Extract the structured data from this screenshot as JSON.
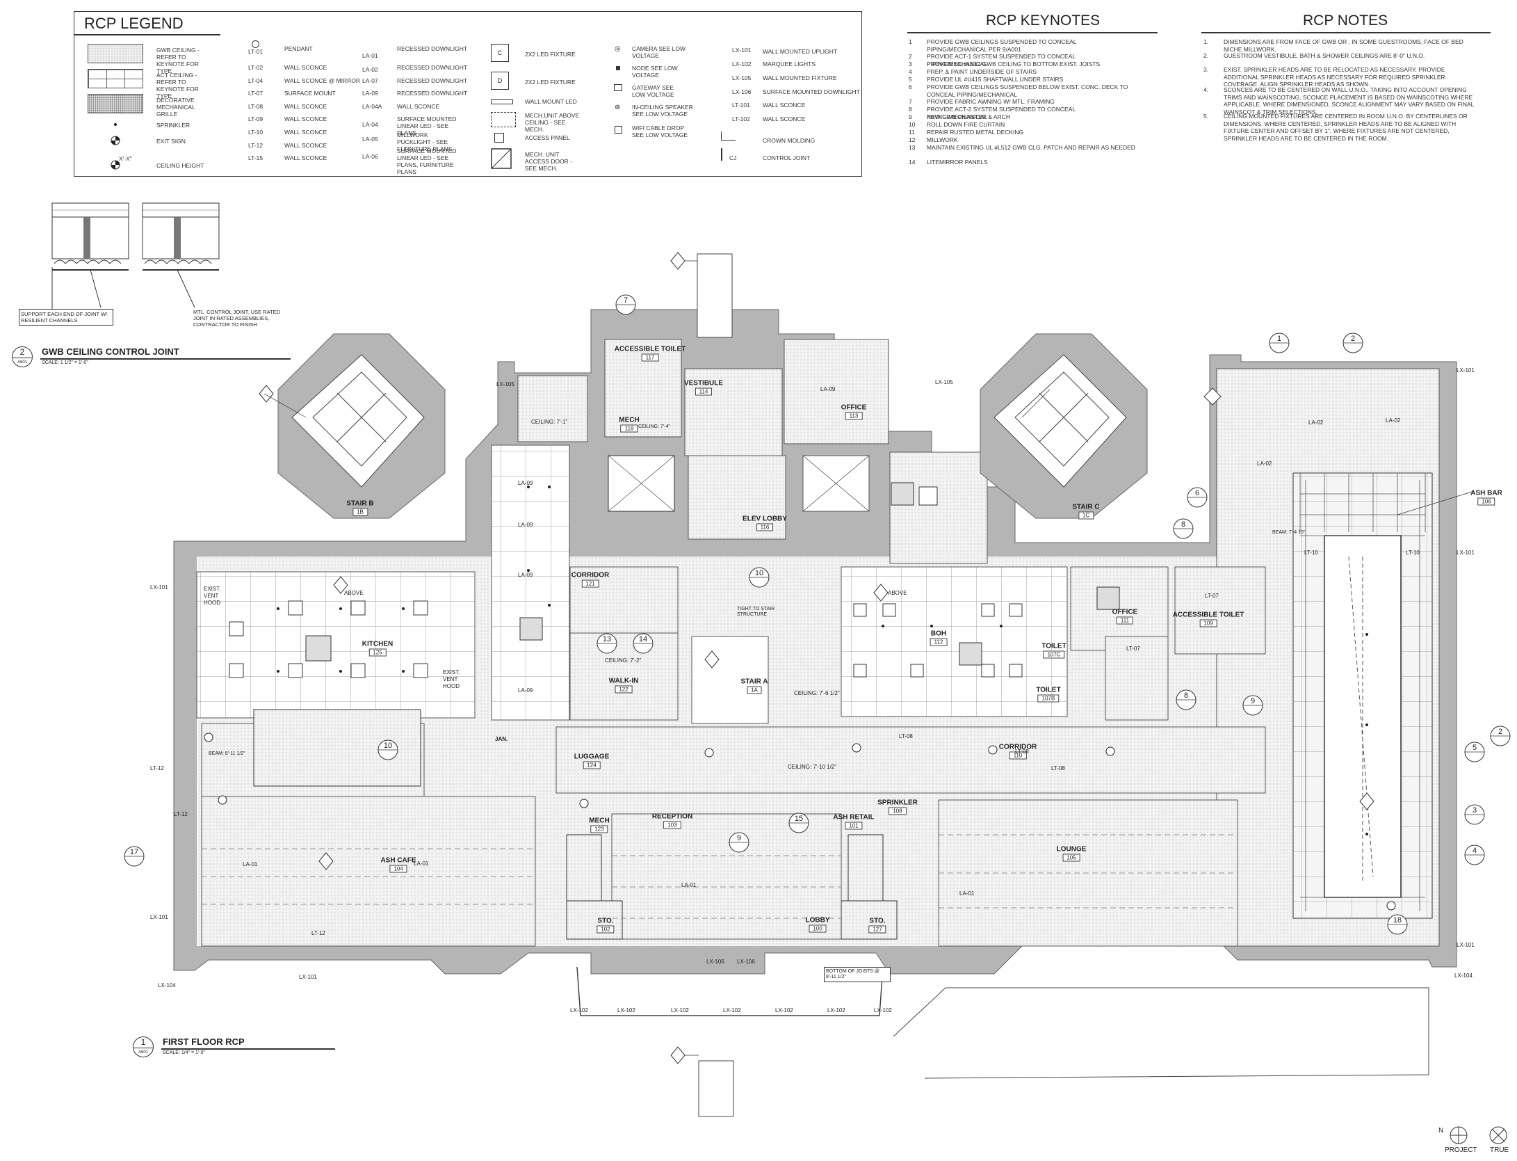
{
  "legend": {
    "title": "RCP LEGEND",
    "col1": [
      {
        "label": "GWB CEILING - REFER TO KEYNOTE FOR TYPE"
      },
      {
        "label": "ACT CEILING - REFER TO KEYNOTE FOR TYPE"
      },
      {
        "label": "DECORATIVE MECHANICAL GRILLE"
      },
      {
        "label": "SPRINKLER"
      },
      {
        "label": "EXIT SIGN"
      },
      {
        "label": "CEILING HEIGHT"
      }
    ],
    "ceiling_height_symbol": "X'-X\"",
    "col2": [
      {
        "code": "LT-01",
        "label": "PENDANT"
      },
      {
        "code": "LT-02",
        "label": "WALL SCONCE"
      },
      {
        "code": "LT-04",
        "label": "WALL SCONCE @ MIRROR"
      },
      {
        "code": "LT-07",
        "label": "SURFACE MOUNT"
      },
      {
        "code": "LT-08",
        "label": "WALL SCONCE"
      },
      {
        "code": "LT-09",
        "label": "WALL SCONCE"
      },
      {
        "code": "LT-10",
        "label": "WALL SCONCE"
      },
      {
        "code": "LT-12",
        "label": "WALL SCONCE"
      },
      {
        "code": "LT-15",
        "label": "WALL SCONCE"
      }
    ],
    "col3": [
      {
        "code": "LA-01",
        "label": "RECESSED DOWNLIGHT"
      },
      {
        "code": "LA-02",
        "label": "RECESSED DOWNLIGHT"
      },
      {
        "code": "LA-07",
        "label": "RECESSED DOWNLIGHT"
      },
      {
        "code": "LA-09",
        "label": "RECESSED DOWNLIGHT"
      },
      {
        "code": "LA-04A",
        "label": "WALL SCONCE"
      },
      {
        "code": "LA-04",
        "label": "SURFACE MOUNTED LINEAR LED - SEE PLANS"
      },
      {
        "code": "LA-05",
        "label": "MILLWORK PUCKLIGHT - SEE FURNITURE PLANS"
      },
      {
        "code": "LA-06",
        "label": "SURFACE MOUNTED LINEAR LED - SEE PLANS, FURNITURE PLANS"
      }
    ],
    "col4": [
      {
        "code": "C",
        "label": "2x2 LED FIXTURE"
      },
      {
        "code": "D",
        "label": "2x2 LED FIXTURE"
      },
      {
        "code": "",
        "label": "WALL MOUNT LED"
      },
      {
        "code": "",
        "label": "MECH.UNIT ABOVE CEILING - SEE MECH."
      },
      {
        "code": "",
        "label": "ACCESS PANEL"
      },
      {
        "code": "",
        "label": "MECH. UNIT ACCESS DOOR - SEE MECH."
      }
    ],
    "col5": [
      {
        "label": "CAMERA SEE LOW VOLTAGE"
      },
      {
        "label": "NODE SEE LOW VOLTAGE"
      },
      {
        "label": "GATEWAY SEE LOW VOLTAGE"
      },
      {
        "label": "IN-CEILING SPEAKER SEE LOW VOLTAGE"
      },
      {
        "label": "WIFI CABLE DROP SEE LOW VOLTAGE"
      }
    ],
    "col6": [
      {
        "code": "LX-101",
        "label": "WALL MOUNTED UPLIGHT"
      },
      {
        "code": "LX-102",
        "label": "MARQUEE LIGHTS"
      },
      {
        "code": "LX-105",
        "label": "WALL MOUNTED FIXTURE"
      },
      {
        "code": "LX-106",
        "label": "SURFACE MOUNTED DOWNLIGHT"
      },
      {
        "code": "LT-101",
        "label": "WALL SCONCE"
      },
      {
        "code": "LT-102",
        "label": "WALL SCONCE"
      },
      {
        "code": "",
        "label": "CROWN MOLDING"
      },
      {
        "code": "CJ",
        "label": "CONTROL JOINT"
      }
    ]
  },
  "keynotes": {
    "title": "RCP KEYNOTES",
    "items": [
      {
        "n": "1",
        "t": "PROVIDE GWB CEILINGS SUSPENDED TO CONCEAL PIPING/MECHANICAL PER 9/A001"
      },
      {
        "n": "2",
        "t": "PROVIDE ACT-1 SYSTEM SUSPENDED TO CONCEAL PIPING/MECHANICAL"
      },
      {
        "n": "3",
        "t": "PROVIDE UL #L512 GWB CEILING TO BOTTOM EXIST. JOISTS"
      },
      {
        "n": "4",
        "t": "PREP. & PAINT UNDERSIDE OF STAIRS"
      },
      {
        "n": "5",
        "t": "PROVIDE UL #U415 SHAFTWALL UNDER STAIRS"
      },
      {
        "n": "6",
        "t": "PROVIDE GWB CEILINGS SUSPENDED BELOW EXIST. CONC. DECK TO CONCEAL PIPING/MECHANICAL"
      },
      {
        "n": "7",
        "t": "PROVIDE FABRIC AWNING W/ MTL. FRAMING"
      },
      {
        "n": "8",
        "t": "PROVIDE ACT-2 SYSTEM SUSPENDED TO CONCEAL PIPING/MECHANICAL"
      },
      {
        "n": "9",
        "t": "NEW GWB PILASTER & ARCH"
      },
      {
        "n": "10",
        "t": "ROLL DOWN FIRE CURTAIN"
      },
      {
        "n": "11",
        "t": "REPAIR RUSTED METAL DECKING"
      },
      {
        "n": "12",
        "t": "MILLWORK"
      },
      {
        "n": "13",
        "t": "MAINTAIN EXISTING UL #L512 GWB CLG. PATCH AND REPAIR AS NEEDED"
      },
      {
        "n": "14",
        "t": "LITEMIRROR PANELS"
      }
    ]
  },
  "notes": {
    "title": "RCP NOTES",
    "items": [
      {
        "n": "1.",
        "t": "DIMENSIONS ARE FROM FACE OF GWB OR , IN SOME GUESTROOMS, FACE OF BED NICHE MILLWORK."
      },
      {
        "n": "2.",
        "t": "GUESTROOM VESTIBULE, BATH & SHOWER CEILINGS ARE 8'-0\" U.N.O."
      },
      {
        "n": "3.",
        "t": "EXIST. SPRINKLER HEADS ARE TO BE RELOCATED AS NECESSARY, PROVIDE ADDITIONAL SPRINKLER HEADS AS NECESSARY FOR REQUIRED SPRINKLER COVERAGE. ALIGN SPRINKLER HEADS AS SHOWN."
      },
      {
        "n": "4.",
        "t": "SCONCES ARE TO BE CENTERED ON WALL U.N.O., TAKING INTO ACCOUNT OPENING TRIMS AND WAINSCOTING. SCONCE PLACEMENT IS BASED ON WAINSCOTING WHERE APPLICABLE. WHERE DIMENSIONED, SCONCE ALIGNMENT MAY VARY BASED ON FINAL WAINSCOT & TRIM SELECTIONS."
      },
      {
        "n": "5.",
        "t": "CEILING MOUNTED FIXTURES ARE CENTERED IN ROOM U.N.O. BY CENTERLINES OR DIMENSIONS. WHERE CENTERED, SPRINKLER HEADS ARE TO BE ALIGNED WITH FIXTURE CENTER AND OFFSET BY 1\". WHERE FIXTURES ARE NOT CENTERED, SPRINKLER HEADS ARE TO BE CENTERED IN THE ROOM."
      }
    ]
  },
  "detail2": {
    "number": "2",
    "sheet": "A601",
    "title": "GWB CEILING CONTROL JOINT",
    "scale": "SCALE: 1 1/2\" = 1'-0\"",
    "note_left": "SUPPORT EACH END OF JOINT W/ RESILIENT CHANNELS",
    "note_right": "MTL. CONTROL JOINT. USE RATED JOINT IN RATED ASSEMBLIES, CONTRACTOR TO FINISH"
  },
  "detail1": {
    "number": "1",
    "sheet": "A601",
    "title": "FIRST FLOOR RCP",
    "scale": "SCALE: 1/4\" = 1'-0\""
  },
  "rooms": [
    {
      "name": "ACCESSIBLE TOILET",
      "num": "117"
    },
    {
      "name": "VESTIBULE",
      "num": "114"
    },
    {
      "name": "OFFICE",
      "num": "113"
    },
    {
      "name": "MECH",
      "num": "118"
    },
    {
      "name": "STAIR B",
      "num": "1B"
    },
    {
      "name": "STAIR C",
      "num": "1C"
    },
    {
      "name": "ELEV LOBBY",
      "num": "116"
    },
    {
      "name": "CORRIDOR",
      "num": "121"
    },
    {
      "name": "KITCHEN",
      "num": "125"
    },
    {
      "name": "WALK-IN",
      "num": "122"
    },
    {
      "name": "STAIR A",
      "num": "1A"
    },
    {
      "name": "BOH",
      "num": "112"
    },
    {
      "name": "OFFICE",
      "num": "111"
    },
    {
      "name": "ACCESSIBLE TOILET",
      "num": "109"
    },
    {
      "name": "TOILET",
      "num": "107C"
    },
    {
      "name": "TOILET",
      "num": "107B"
    },
    {
      "name": "ASH BAR",
      "num": "106"
    },
    {
      "name": "LUGGAGE",
      "num": "124"
    },
    {
      "name": "CORRIDOR",
      "num": "110"
    },
    {
      "name": "MECH",
      "num": "123"
    },
    {
      "name": "RECEPTION",
      "num": "103"
    },
    {
      "name": "ASH RETAIL",
      "num": "101"
    },
    {
      "name": "SPRINKLER",
      "num": "108"
    },
    {
      "name": "ASH CAFE",
      "num": "104"
    },
    {
      "name": "LOUNGE",
      "num": "105"
    },
    {
      "name": "LOBBY",
      "num": "100"
    },
    {
      "name": "STO.",
      "num": "102"
    },
    {
      "name": "STO.",
      "num": "127"
    }
  ],
  "plan_labels": {
    "ceiling_71": "CEILING: 7'-1\"",
    "ceiling_72": "CEILING: 7'-2\"",
    "ceiling_74": "CEILING: 7'-4\"",
    "ceiling_76": "CEILING: 7'-6 1/2\"",
    "ceiling_710": "CEILING: 7'-10 1/2\"",
    "exist_vent_hood": "EXIST. VENT HOOD",
    "tight": "TIGHT TO STAIR STRUCTURE",
    "bottom_joists": "BOTTOM OF JOISTS @ 8'-11 1/2\"",
    "above": "ABOVE",
    "jan": "JAN.",
    "beam1": "BEAM: 8'-11 1/2\"",
    "beam2": "BEAM: 7'-4 10\"",
    "fixture_codes": [
      "LX-101",
      "LX-102",
      "LX-104",
      "LX-105",
      "LX-106",
      "LT-12",
      "LT-08",
      "LA-09",
      "LA-01",
      "LA-02",
      "LT-10",
      "LT-07"
    ]
  },
  "north": {
    "project": "PROJECT",
    "true": "TRUE",
    "n": "N"
  }
}
